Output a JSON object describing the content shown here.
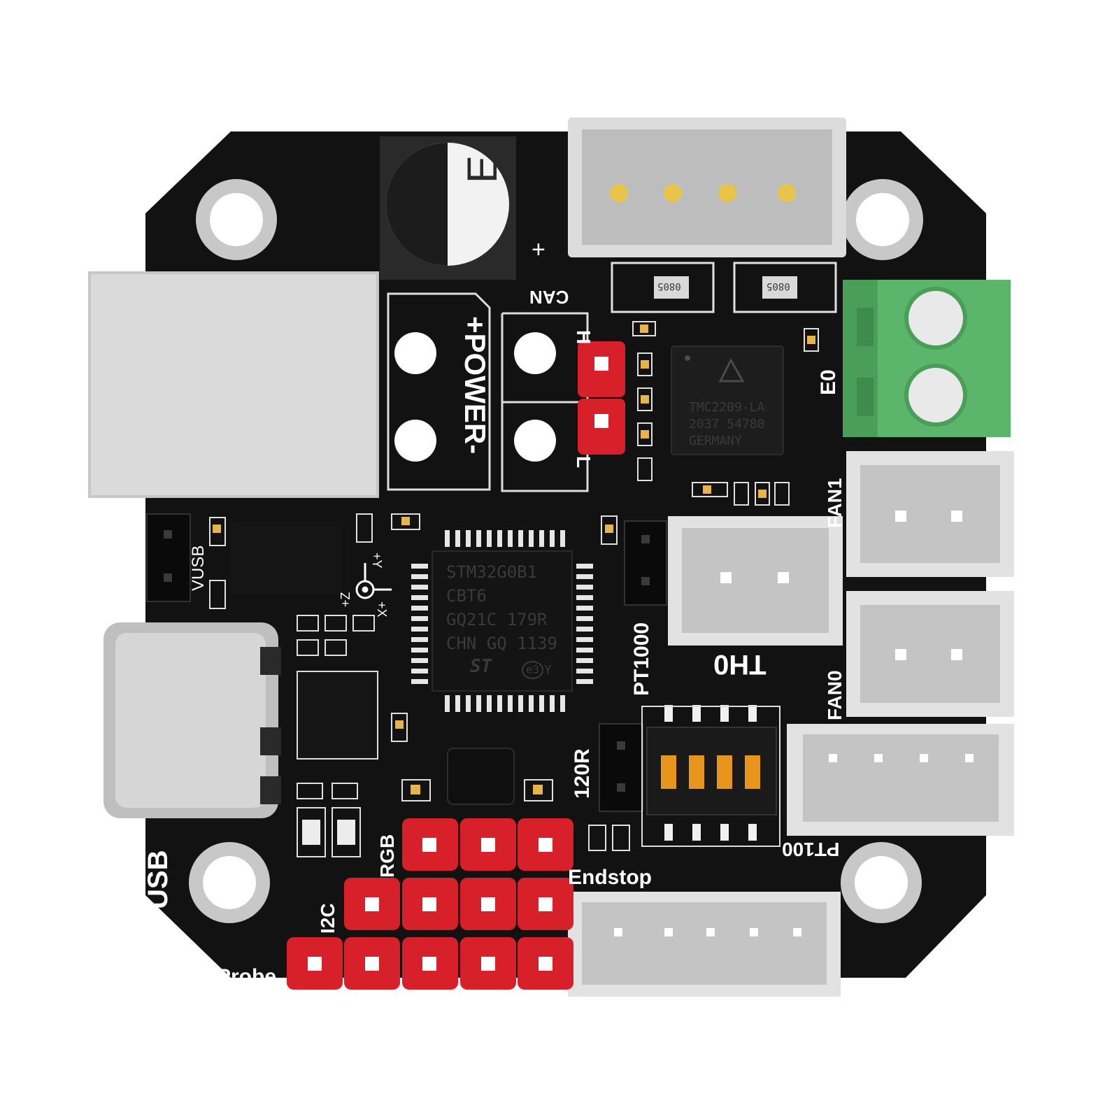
{
  "colors": {
    "board": "#121212",
    "silk": "#ffffff",
    "pin_header": "#d8202a",
    "connector": "#d4d4d4",
    "terminal_block": "#5bb56a",
    "dip_switch": "#e8951e",
    "chip_text": "#3a3a3a"
  },
  "silkscreen": {
    "can": "CAN",
    "power": "+POWER-",
    "h": "H",
    "l": "L",
    "e0": "E0",
    "fan1": "FAN1",
    "fan0": "FAN0",
    "th0": "TH0",
    "pt1000": "PT1000",
    "pt100": "PT100",
    "r120": "120R",
    "endstop": "Endstop",
    "usb": "USB",
    "vusb": "VUSB",
    "rgb": "RGB",
    "i2c": "I2C",
    "probe": "Probe",
    "cap_plus": "+",
    "axis_z": "+Z",
    "axis_y": "+Y",
    "axis_x": "+X"
  },
  "mcu": {
    "line1": "STM32G0B1",
    "line2": "CBT6",
    "line3": "GQ21C 179R",
    "line4": "CHN GQ 1139",
    "mark": "e3",
    "suffix": "Y"
  },
  "driver": {
    "line1": "TMC2209-LA",
    "line2": "2037 54780",
    "line3": "GERMANY"
  },
  "resistors": {
    "left": "0805",
    "right": "0805"
  },
  "capacitor_mark": "E"
}
